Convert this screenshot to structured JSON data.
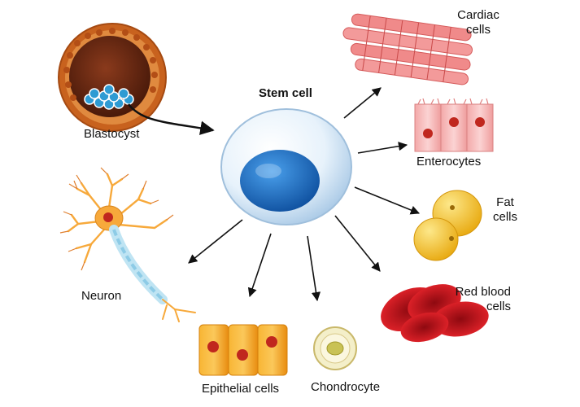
{
  "diagram": {
    "center": {
      "label": "Stem cell"
    },
    "source": {
      "label": "Blastocyst"
    },
    "targets": [
      {
        "key": "cardiac",
        "line1": "Cardiac",
        "line2": "cells"
      },
      {
        "key": "enterocytes",
        "line1": "Enterocytes"
      },
      {
        "key": "fat",
        "line1": "Fat",
        "line2": "cells"
      },
      {
        "key": "red_blood",
        "line1": "Red blood",
        "line2": "cells"
      },
      {
        "key": "chondrocyte",
        "line1": "Chondrocyte"
      },
      {
        "key": "epithelial",
        "line1": "Epithelial cells"
      },
      {
        "key": "neuron",
        "line1": "Neuron"
      }
    ]
  },
  "colors": {
    "stem_membrane": "#dcecf8",
    "stem_nucleus": "#1f6fc4",
    "blastocyst_shell": "#c8621e",
    "blastocyst_inner": "#6e2a12",
    "cardiac": "#f08a8a",
    "enterocyte": "#f6b9b9",
    "nucleus_red": "#c0271e",
    "fat": "#f7c531",
    "red_blood": "#d2141c",
    "epithelial": "#f5a21b",
    "chondrocyte": "#f4efc9",
    "neuron": "#f7a93b",
    "arrow": "#111111"
  }
}
